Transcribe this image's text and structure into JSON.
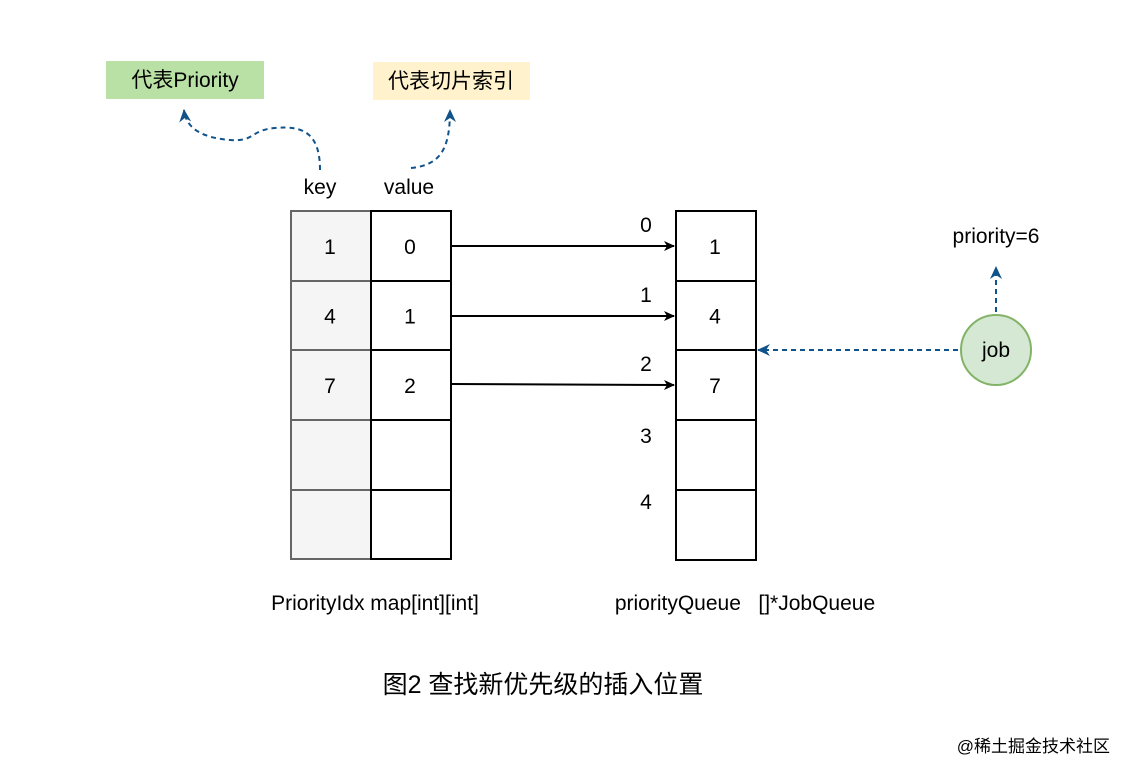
{
  "notes": {
    "priority_note": "代表Priority",
    "index_note": "代表切片索引"
  },
  "priority_idx": {
    "key_header": "key",
    "value_header": "value",
    "rows": [
      {
        "key": "1",
        "value": "0"
      },
      {
        "key": "4",
        "value": "1"
      },
      {
        "key": "7",
        "value": "2"
      },
      {
        "key": "",
        "value": ""
      },
      {
        "key": "",
        "value": ""
      }
    ],
    "caption": "PriorityIdx map[int][int]"
  },
  "priority_queue": {
    "indices": [
      "0",
      "1",
      "2",
      "3",
      "4"
    ],
    "cells": [
      "1",
      "4",
      "7",
      "",
      ""
    ],
    "caption": "priorityQueue   []*JobQueue"
  },
  "job": {
    "label": "job",
    "priority_label": "priority=6"
  },
  "figure_caption": "图2 查找新优先级的插入位置",
  "watermark": "@稀土掘金技术社区",
  "colors": {
    "green_note": "#d5e8d4",
    "green_note_alt": "#b9e0a5",
    "yellow_note": "#fff2cc",
    "key_column": "#f5f5f5",
    "key_border": "#666666",
    "job_fill": "#d5e8d4",
    "job_stroke": "#82b366",
    "dashed_arrow": "#10528a",
    "watermark": "#b3b3b3"
  }
}
